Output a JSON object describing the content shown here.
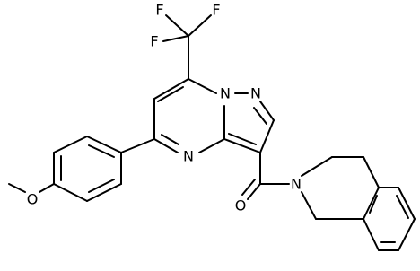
{
  "molecule": {
    "line_color": "#000000",
    "background": "#ffffff",
    "atoms": {
      "f1": "F",
      "f2": "F",
      "f3": "F",
      "n_bridge": "N",
      "n_pyrazole": "N",
      "n_pyrimidine": "N",
      "n_amide": "N",
      "o_carbonyl": "O",
      "o_methoxy": "O"
    }
  }
}
